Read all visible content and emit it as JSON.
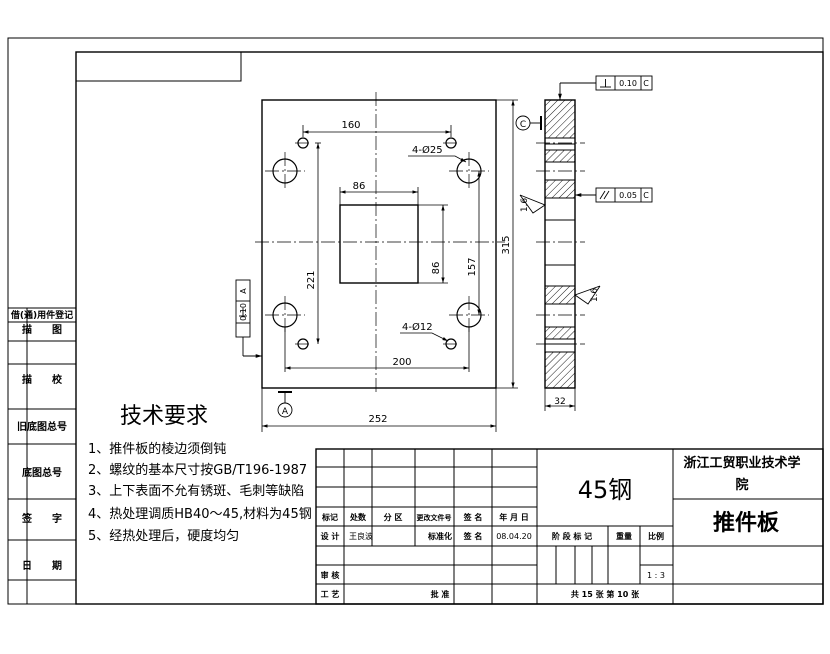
{
  "dimensions": {
    "width_160": "160",
    "holes_large": "4-Ø25",
    "width_86": "86",
    "height_221": "221",
    "height_86": "86",
    "height_157": "157",
    "height_315": "315",
    "holes_small": "4-Ø12",
    "width_200": "200",
    "width_252": "252",
    "thickness_32": "32",
    "tol_perp_a": "0.10",
    "datum_a": "A",
    "tol_perp_c": "0.10",
    "datum_c": "C",
    "tol_par": "0.05",
    "datum_c2": "C",
    "rough_1": "1.6",
    "rough_2": "1.6",
    "datum_a_marker": "A",
    "datum_c_marker": "C"
  },
  "tech_requirements": {
    "title": "技术要求",
    "items": [
      "1、推件板的棱边须倒钝",
      "2、螺纹的基本尺寸按GB/T196-1987",
      "3、上下表面不允有锈斑、毛刺等缺陷",
      "4、热处理调质HB40～45,材料为45钢",
      "5、经热处理后，硬度均匀"
    ]
  },
  "left_column": {
    "l1": "借(通)用件登记",
    "l2": "描　　图",
    "l3": "描　　校",
    "l4": "旧底图总号",
    "l5": "底图总号",
    "l6": "签　　字",
    "l7": "日　　期"
  },
  "title_block": {
    "material": "45钢",
    "school": "浙江工贸职业技术学院",
    "school_line1": "浙江工贸职业技术学",
    "school_line2": "院",
    "part_name": "推件板",
    "h_mark": "标记",
    "h_count": "处数",
    "h_zone": "分 区",
    "h_docno": "更改文件号",
    "h_sign": "签 名",
    "h_date": "年 月 日",
    "r_design": "设 计",
    "designer": "王良波",
    "r_std": "标准化",
    "r_sign": "签 名",
    "design_date": "08.04.20",
    "stage_mark": "阶 段 标 记",
    "weight": "重量",
    "scale_label": "比例",
    "scale": "1 : 3",
    "r_review": "审 核",
    "r_process": "工 艺",
    "r_approve": "批 准",
    "sheets": "共  15  张    第  10  张"
  }
}
